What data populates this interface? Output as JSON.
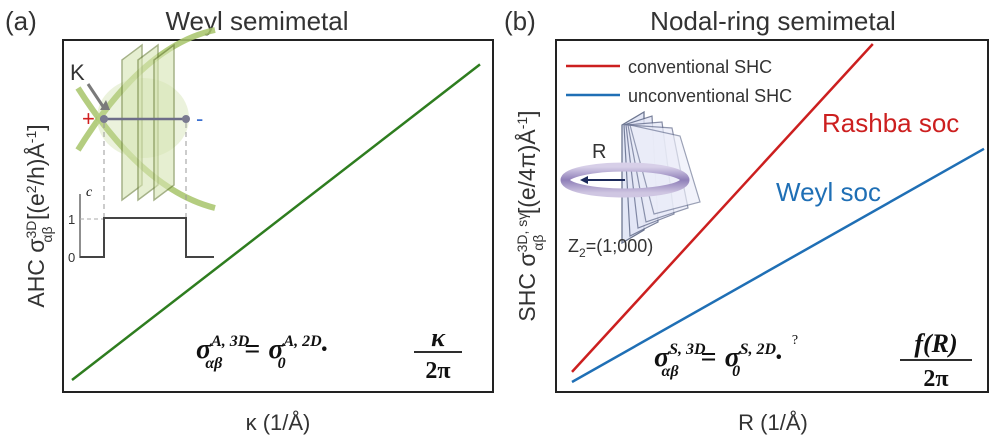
{
  "chart_data": [
    {
      "type": "line",
      "panel": "(a)",
      "title": "Weyl semimetal",
      "xlabel": "κ (1/Å)",
      "ylabel": {
        "prefix": "AHC σ",
        "sup": "3D",
        "sub": "αβ",
        "units_a": " [(e",
        "units_sup": "2",
        "units_b": "/h)Å",
        "units_sup2": "-1",
        "units_c": "]"
      },
      "xlim": [
        0,
        1
      ],
      "ylim": [
        0,
        1
      ],
      "series": [
        {
          "color": "#2e7d1f",
          "x": [
            0,
            1
          ],
          "y": [
            0.0,
            0.98
          ]
        }
      ],
      "formula": {
        "lhs": "σ",
        "lhs_sup": "A, 3D",
        "lhs_sub": "αβ",
        "eq": "=",
        "rhs": "σ",
        "rhs_sup": "A, 2D",
        "rhs_sub": "0",
        "dot": "·",
        "num": "κ",
        "den": "2π"
      },
      "inset": {
        "k_label": "K",
        "plus": "+",
        "minus": "-",
        "c_label": "c",
        "tick_1": "1",
        "tick_0": "0",
        "step": {
          "x": [
            0,
            1
          ],
          "c": [
            0,
            1,
            1,
            0
          ]
        }
      }
    },
    {
      "type": "line",
      "panel": "(b)",
      "title": "Nodal-ring semimetal",
      "xlabel": "R (1/Å)",
      "ylabel": {
        "prefix": "SHC σ",
        "sup": "3D, sγ",
        "sub": "αβ",
        "units": " [(e/4π)Å",
        "units_sup": "-1",
        "units_end": "]"
      },
      "xlim": [
        0,
        1
      ],
      "ylim": [
        0,
        1
      ],
      "series": [
        {
          "name": "conventional SHC",
          "color": "#cc1f1f",
          "label": "Rashba soc",
          "x": [
            0,
            0.73
          ],
          "y": [
            0.03,
            1.0
          ]
        },
        {
          "name": "unconventional SHC",
          "color": "#1f6fb5",
          "label": "Weyl soc",
          "x": [
            0,
            1
          ],
          "y": [
            0.0,
            0.69
          ]
        }
      ],
      "formula": {
        "lhs": "σ",
        "lhs_sup": "S, 3D",
        "lhs_sub": "αβ",
        "eq": "=",
        "eq_mark": "?",
        "rhs": "σ",
        "rhs_sup": "S, 2D",
        "rhs_sub": "0",
        "dot": "·",
        "num": "f(R)",
        "den": "2π"
      },
      "inset": {
        "r_label": "R",
        "z2_label": "Z",
        "z2_sub": "2",
        "z2_value": "=(1;000)"
      }
    }
  ]
}
